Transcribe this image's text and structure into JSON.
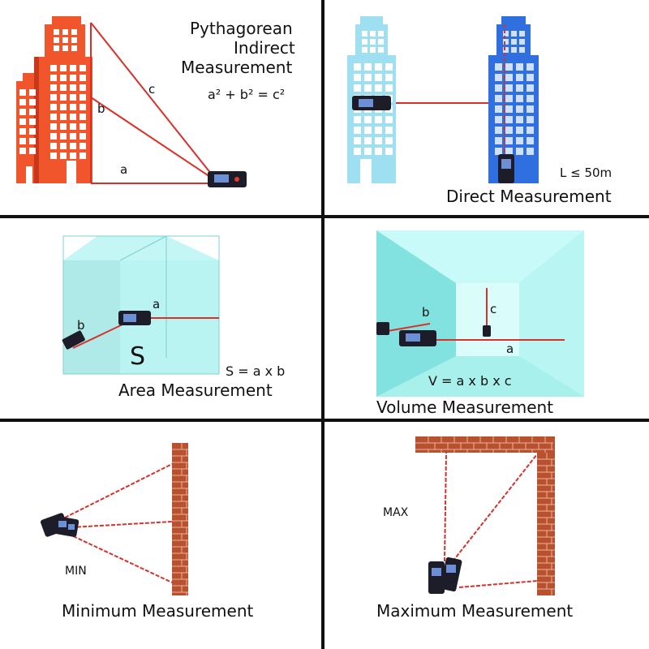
{
  "colors": {
    "laser": "#d8312a",
    "building_red": "#f0552c",
    "building_red_dark": "#c7371a",
    "building_lightblue": "#9ee0f2",
    "building_blue": "#2f6fe0",
    "window": "#ffffff",
    "cyan_room": "#9bf0ee",
    "cyan_room_dark": "#6fd9d6",
    "brick": "#b9512f",
    "brick_line": "#e6b39c",
    "device_body": "#1d1d2a",
    "device_screen": "#6d8fd6",
    "divider": "#111111"
  },
  "panels": {
    "pythagorean": {
      "title_lines": [
        "Pythagorean",
        "Indirect",
        "Measurement"
      ],
      "formula": "a² + b² = c²",
      "labels": {
        "a": "a",
        "b": "b",
        "c": "c"
      }
    },
    "direct": {
      "title": "Direct Measurement",
      "limit": "L ≤ 50m"
    },
    "area": {
      "title": "Area Measurement",
      "formula": "S = a x b",
      "labels": {
        "a": "a",
        "b": "b",
        "s": "S"
      }
    },
    "volume": {
      "title": "Volume Measurement",
      "formula": "V = a x b x c",
      "labels": {
        "a": "a",
        "b": "b",
        "c": "c"
      }
    },
    "minimum": {
      "title": "Minimum Measurement",
      "tag": "MIN"
    },
    "maximum": {
      "title": "Maximum Measurement",
      "tag": "MAX"
    }
  }
}
